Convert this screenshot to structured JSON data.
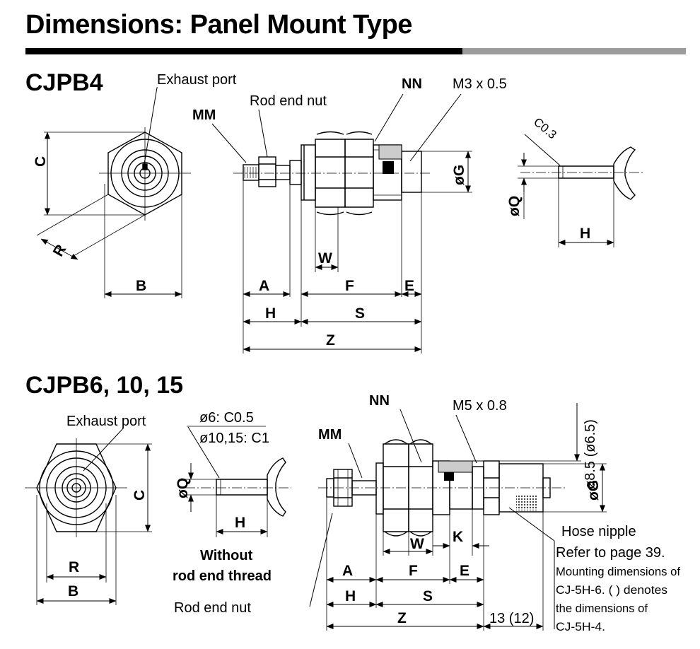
{
  "page_title": "Dimensions: Panel Mount Type",
  "section1": {
    "title": "CJPB4",
    "labels": {
      "exhaust_port": "Exhaust port",
      "rod_end_nut": "Rod end nut",
      "mm": "MM",
      "nn": "NN",
      "thread": "M3 x 0.5",
      "chamfer": "C0.3"
    },
    "dims": {
      "c": "C",
      "r": "R",
      "b": "B",
      "a": "A",
      "h": "H",
      "w": "W",
      "f": "F",
      "e": "E",
      "s": "S",
      "z": "Z",
      "g": "øG",
      "q": "øQ",
      "h2": "H"
    }
  },
  "section2": {
    "title": "CJPB6, 10, 15",
    "labels": {
      "exhaust_port": "Exhaust port",
      "chamfer_6": "ø6: C0.5",
      "chamfer_10_15": "ø10,15: C1",
      "mm": "MM",
      "nn": "NN",
      "thread": "M5 x 0.8",
      "without_line1": "Without",
      "without_line2": "rod end thread",
      "rod_end_nut": "Rod end nut",
      "hose_nipple": "Hose nipple",
      "dia_85": "ø8.5 (ø6.5)",
      "len_13": "13 (12)"
    },
    "note_lines": [
      "Refer to page 39.",
      "Mounting dimensions of",
      "CJ-5H-6. (   ) denotes",
      "the dimensions of",
      "CJ-5H-4."
    ],
    "dims": {
      "c": "C",
      "r": "R",
      "b": "B",
      "q": "øQ",
      "h_rod": "H",
      "w": "W",
      "k": "K",
      "a": "A",
      "f": "F",
      "e": "E",
      "h": "H",
      "s": "S",
      "z": "Z",
      "g": "øG"
    }
  }
}
